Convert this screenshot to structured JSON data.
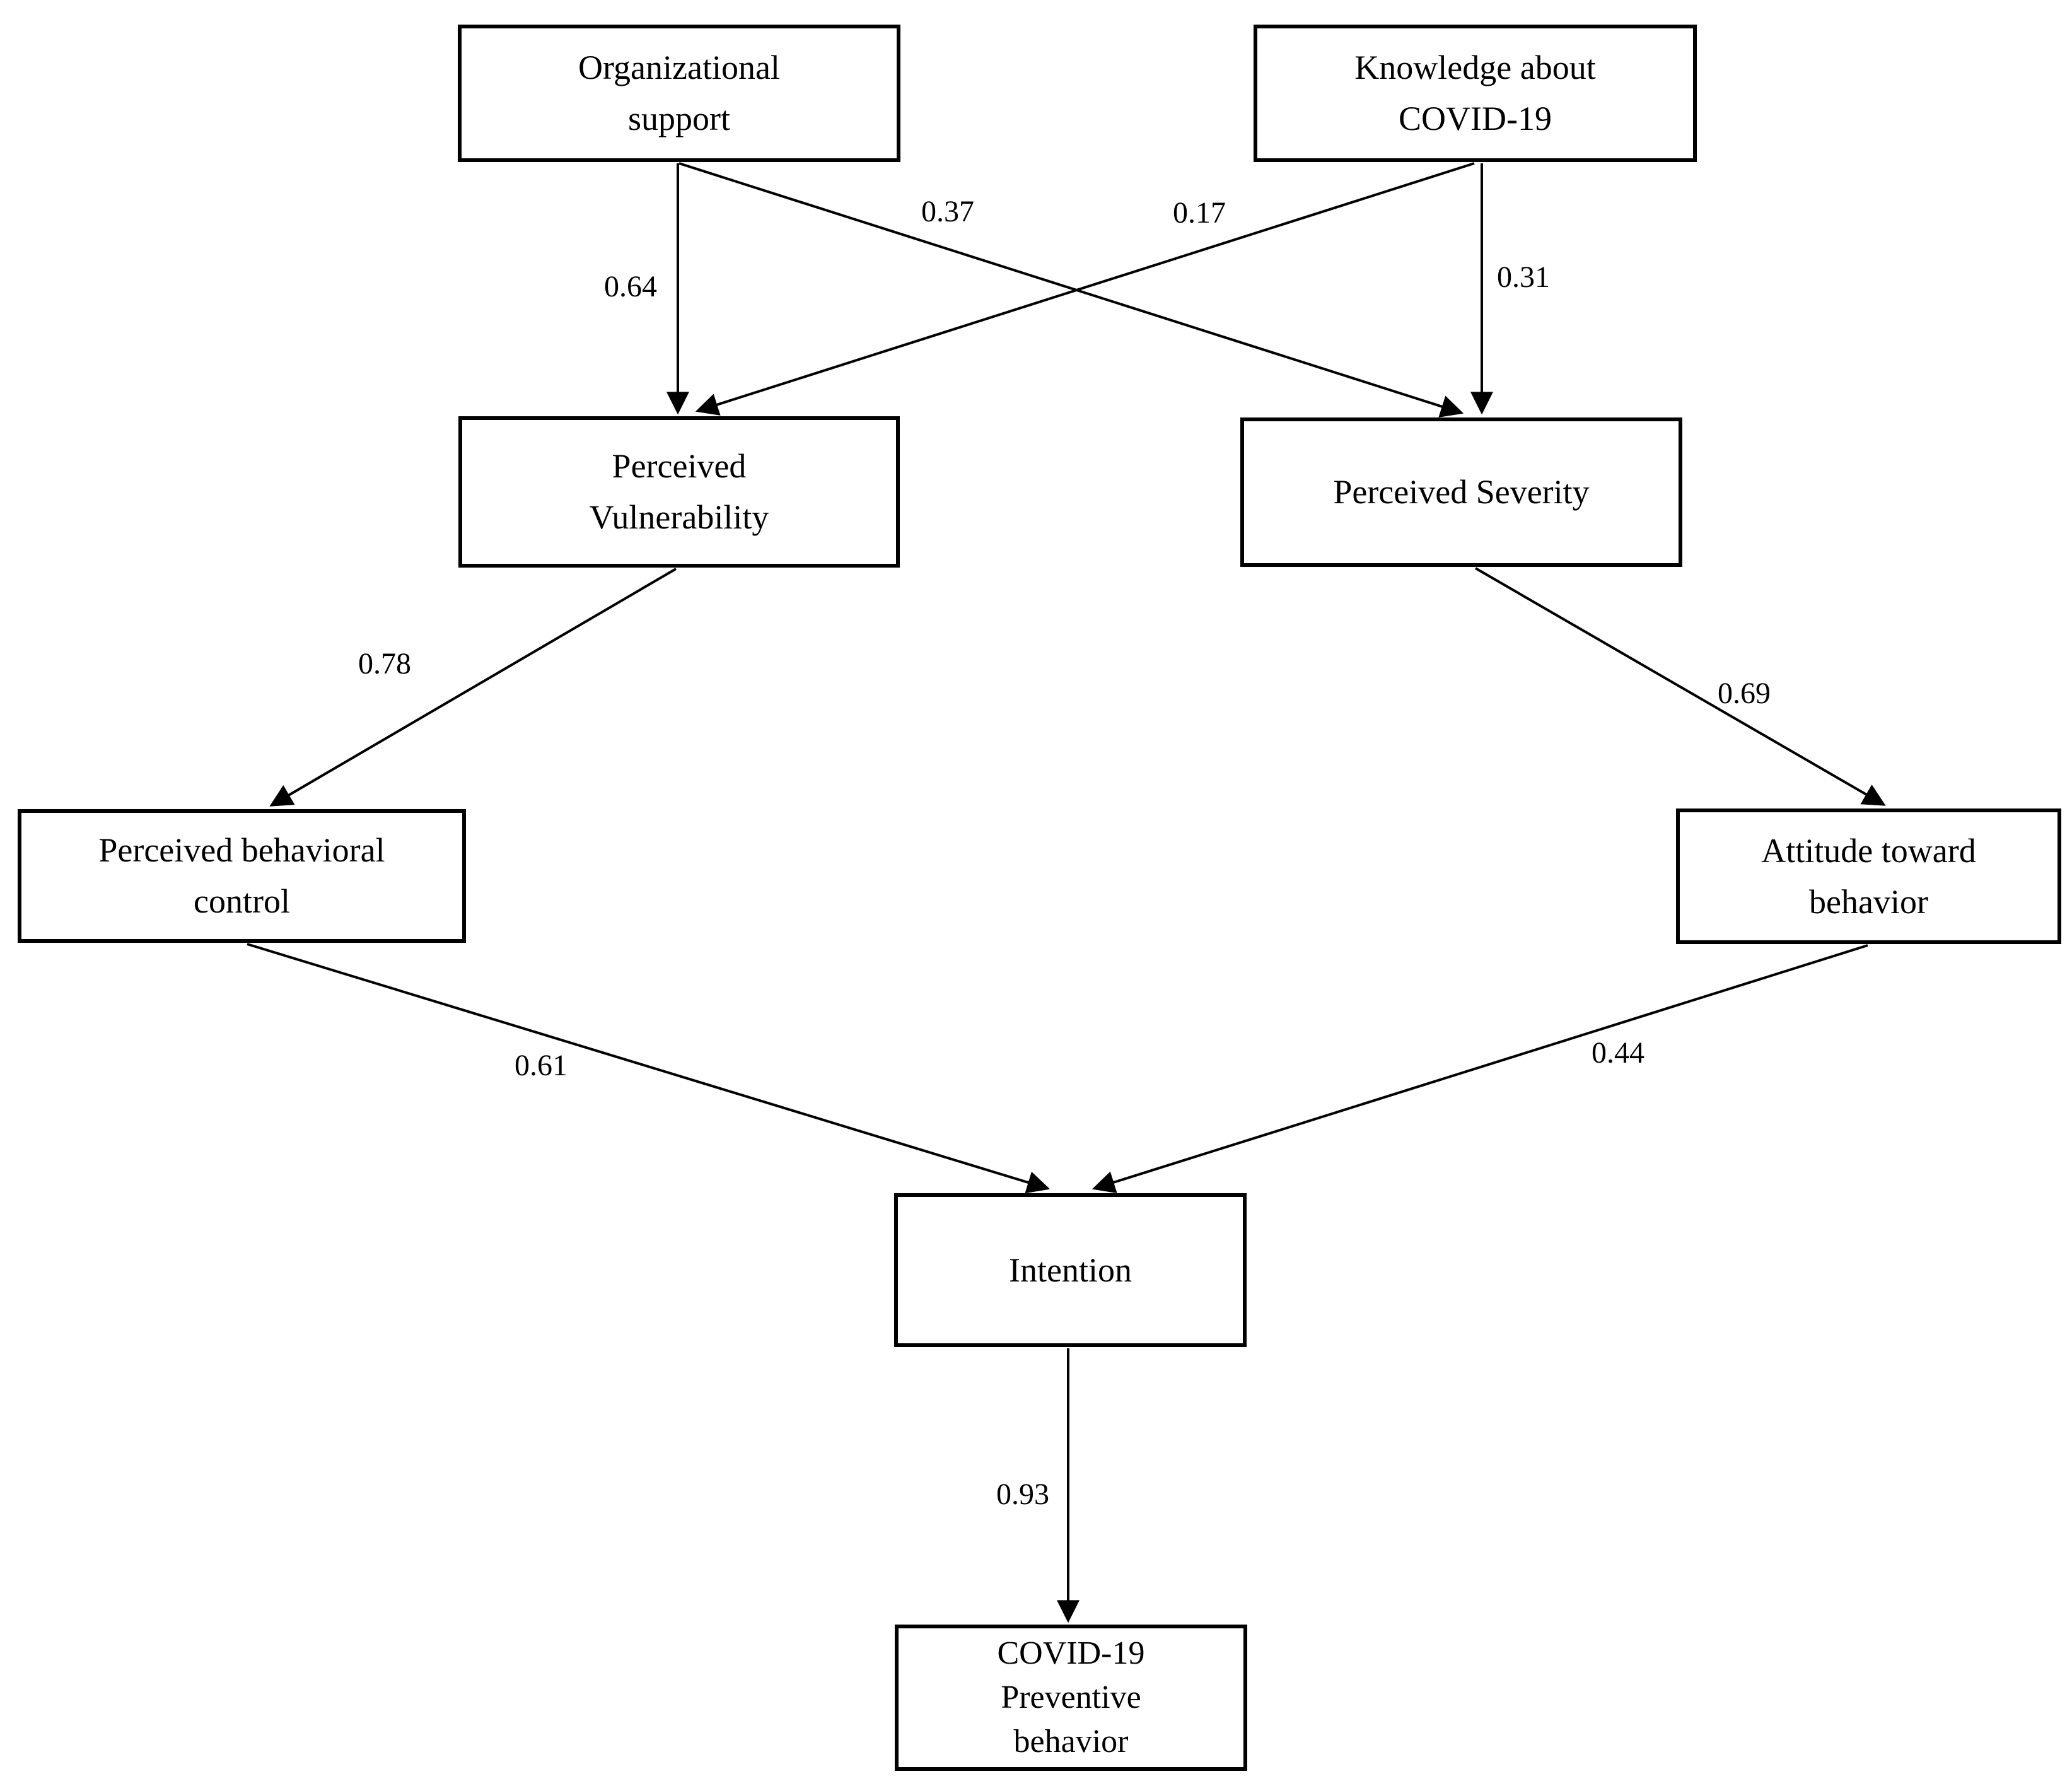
{
  "figure": {
    "type": "path-diagram",
    "background_color": "#ffffff",
    "line_color": "#000000",
    "text_color": "#000000"
  },
  "nodes": [
    {
      "id": "organizational-support",
      "lines": [
        "Organizational",
        "support"
      ]
    },
    {
      "id": "knowledge-about-covid19",
      "lines": [
        "Knowledge about",
        "COVID-19"
      ]
    },
    {
      "id": "perceived-vulnerability",
      "lines": [
        "Perceived",
        "Vulnerability"
      ]
    },
    {
      "id": "perceived-severity",
      "lines": [
        "Perceived Severity"
      ]
    },
    {
      "id": "perceived-behavioral-control",
      "lines": [
        "Perceived behavioral",
        "control"
      ]
    },
    {
      "id": "attitude-toward-behavior",
      "lines": [
        "Attitude toward",
        "behavior"
      ]
    },
    {
      "id": "intention",
      "lines": [
        "Intention"
      ]
    },
    {
      "id": "covid19-preventive-behavior",
      "lines": [
        "COVID-19",
        "Preventive",
        "behavior"
      ]
    }
  ],
  "edges": [
    {
      "from": "organizational-support",
      "to": "perceived-vulnerability",
      "weight": "0.64"
    },
    {
      "from": "organizational-support",
      "to": "perceived-severity",
      "weight": "0.37"
    },
    {
      "from": "knowledge-about-covid19",
      "to": "perceived-vulnerability",
      "weight": "0.17"
    },
    {
      "from": "knowledge-about-covid19",
      "to": "perceived-severity",
      "weight": "0.31"
    },
    {
      "from": "perceived-vulnerability",
      "to": "perceived-behavioral-control",
      "weight": "0.78"
    },
    {
      "from": "perceived-severity",
      "to": "attitude-toward-behavior",
      "weight": "0.69"
    },
    {
      "from": "perceived-behavioral-control",
      "to": "intention",
      "weight": "0.61"
    },
    {
      "from": "attitude-toward-behavior",
      "to": "intention",
      "weight": "0.44"
    },
    {
      "from": "intention",
      "to": "covid19-preventive-behavior",
      "weight": "0.93"
    }
  ]
}
